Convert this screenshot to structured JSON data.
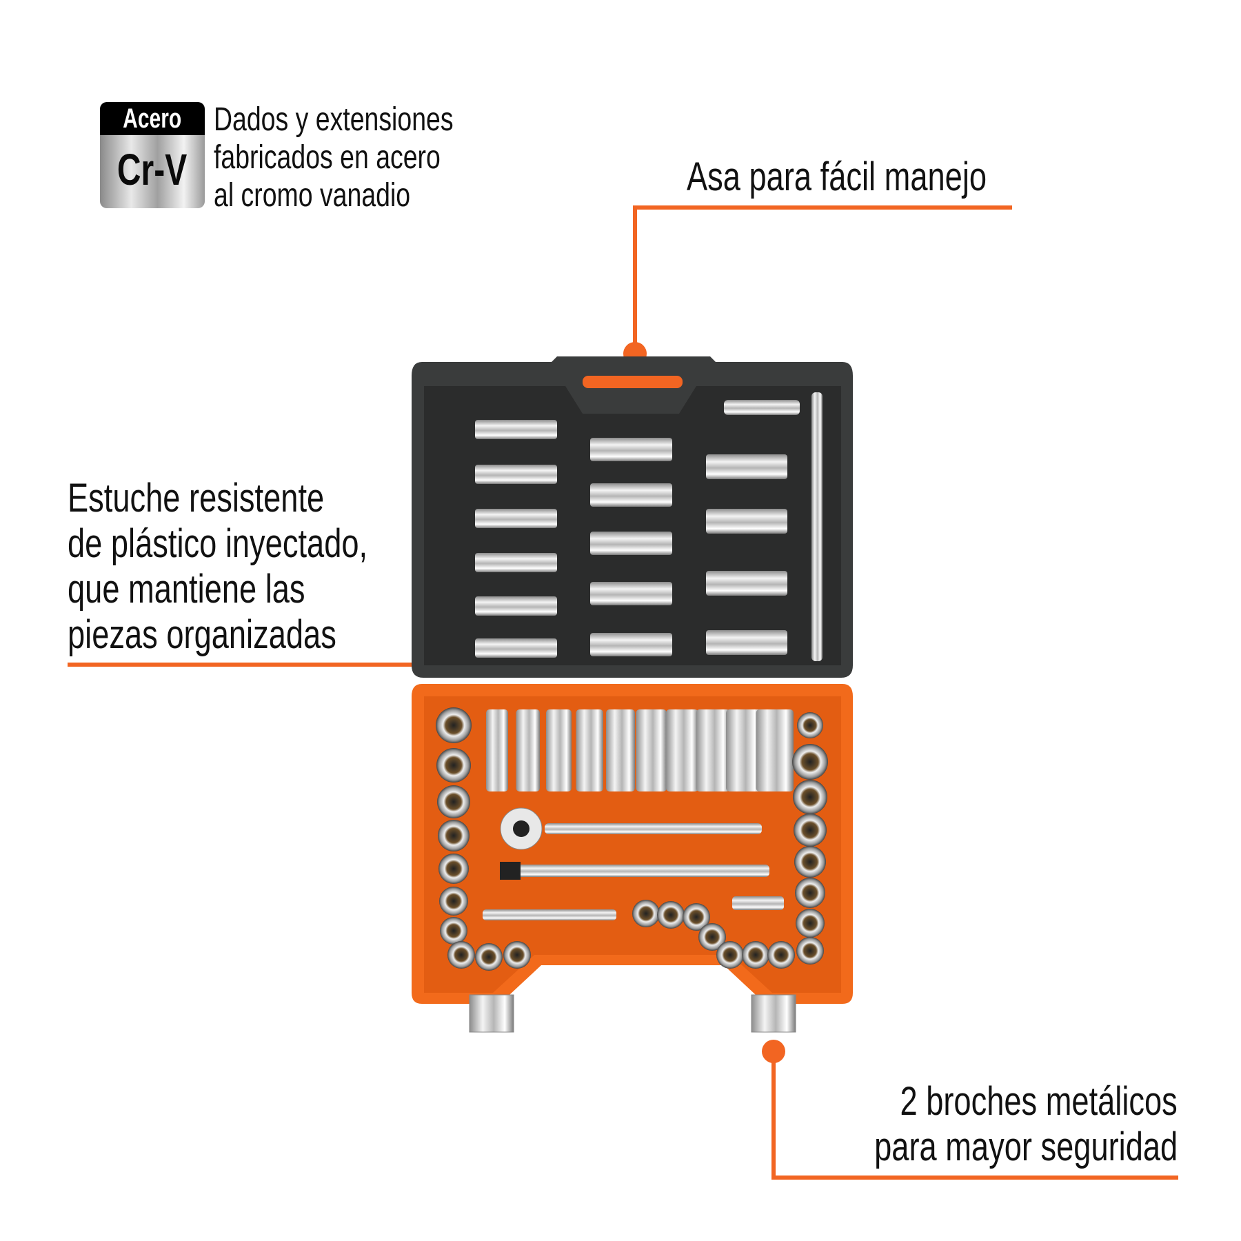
{
  "badge": {
    "top": "Acero",
    "bottom": "Cr-V"
  },
  "crv_description": [
    "Dados y extensiones",
    "fabricados en acero",
    "al cromo vanadio"
  ],
  "callouts": {
    "handle": "Asa para fácil manejo",
    "case": [
      "Estuche resistente",
      "de plástico inyectado,",
      "que mantiene las",
      "piezas organizadas"
    ],
    "clasps": [
      "2 broches metálicos",
      "para mayor seguridad"
    ]
  },
  "colors": {
    "accent": "#f26522",
    "case_lid": "#3a3c3c",
    "case_tray": "#f26a1b"
  }
}
